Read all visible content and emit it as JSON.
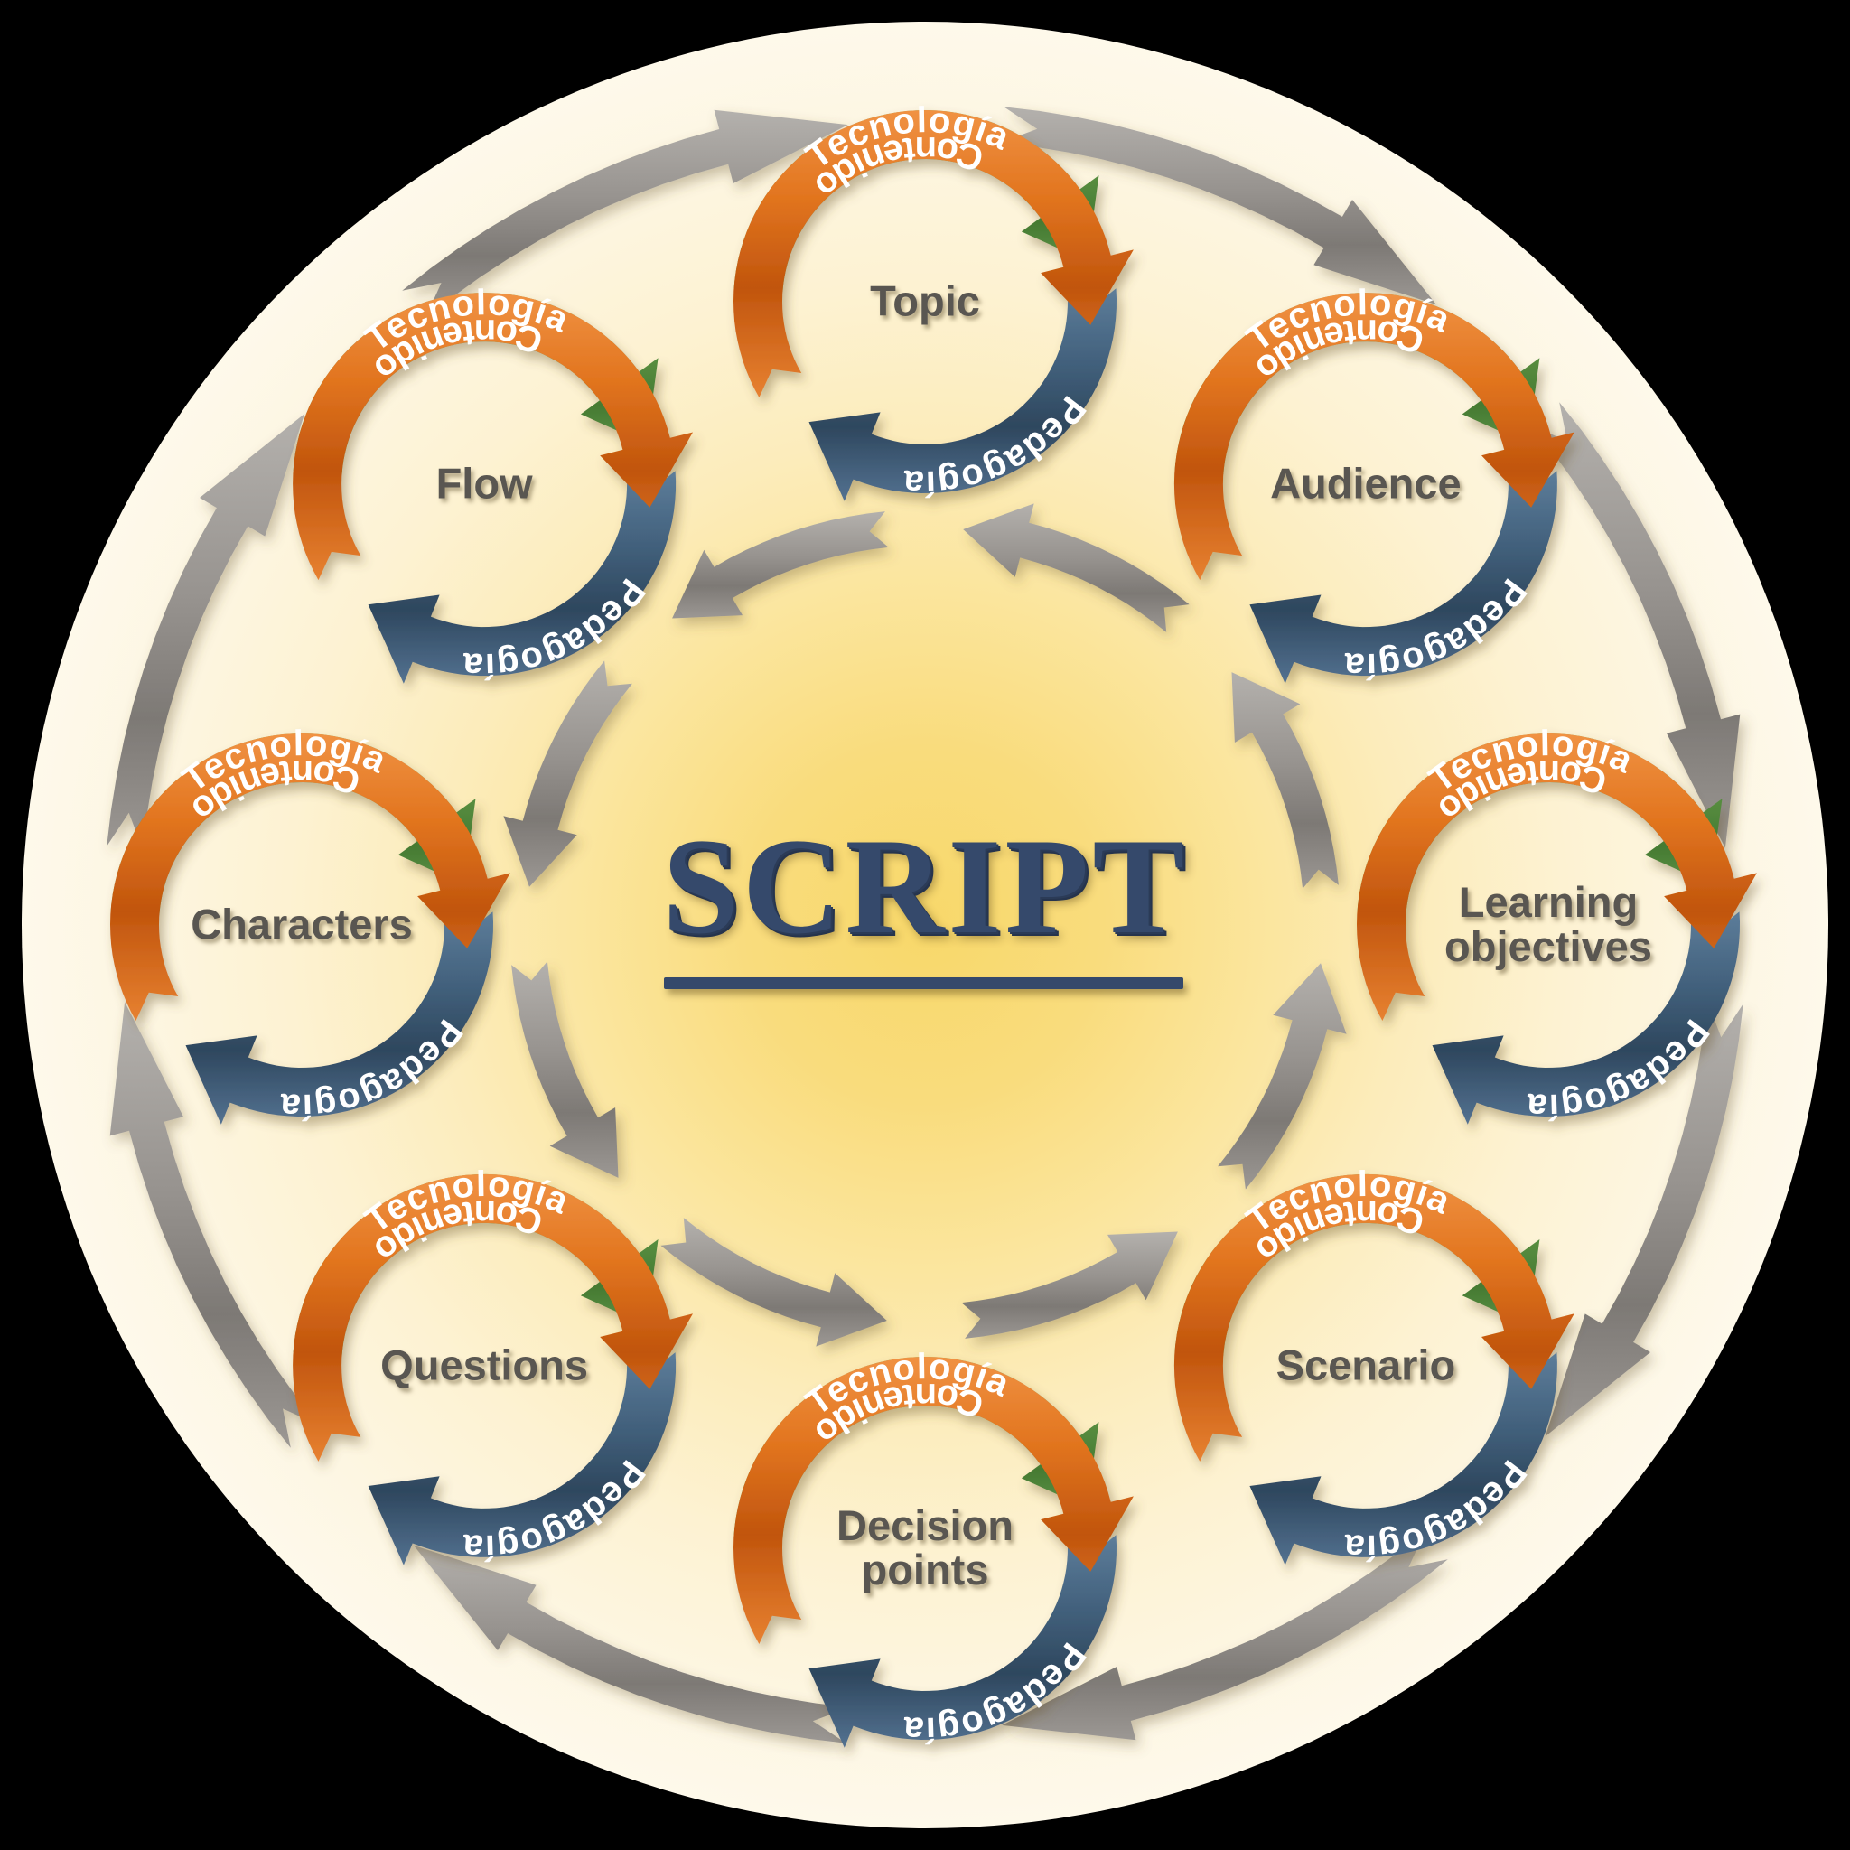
{
  "diagram": {
    "title": "SCRIPT",
    "center_label": "SCRIPT",
    "ring_arrow_labels": {
      "technology": "Tecnología",
      "pedagogy": "Pedagogía",
      "content": "Contenido"
    },
    "colors": {
      "technology_arrow": "#4e8a3b",
      "pedagogy_arrow": "#3d5873",
      "content_arrow": "#d4641a",
      "connector_arrow": "#8d8a86",
      "center_text": "#35496b",
      "node_text": "#595651",
      "backdrop_outer": "#fffdf8",
      "backdrop_inner": "#f8d86a"
    },
    "nodes": [
      {
        "id": "topic",
        "label": "Topic",
        "position": "top"
      },
      {
        "id": "audience",
        "label": "Audience",
        "position": "top-right"
      },
      {
        "id": "learning-objectives",
        "label": "Learning\nobjectives",
        "position": "right"
      },
      {
        "id": "scenario",
        "label": "Scenario",
        "position": "bottom-right"
      },
      {
        "id": "decision-points",
        "label": "Decision\npoints",
        "position": "bottom"
      },
      {
        "id": "questions",
        "label": "Questions",
        "position": "bottom-left"
      },
      {
        "id": "characters",
        "label": "Characters",
        "position": "left"
      },
      {
        "id": "flow",
        "label": "Flow",
        "position": "top-left"
      }
    ]
  }
}
